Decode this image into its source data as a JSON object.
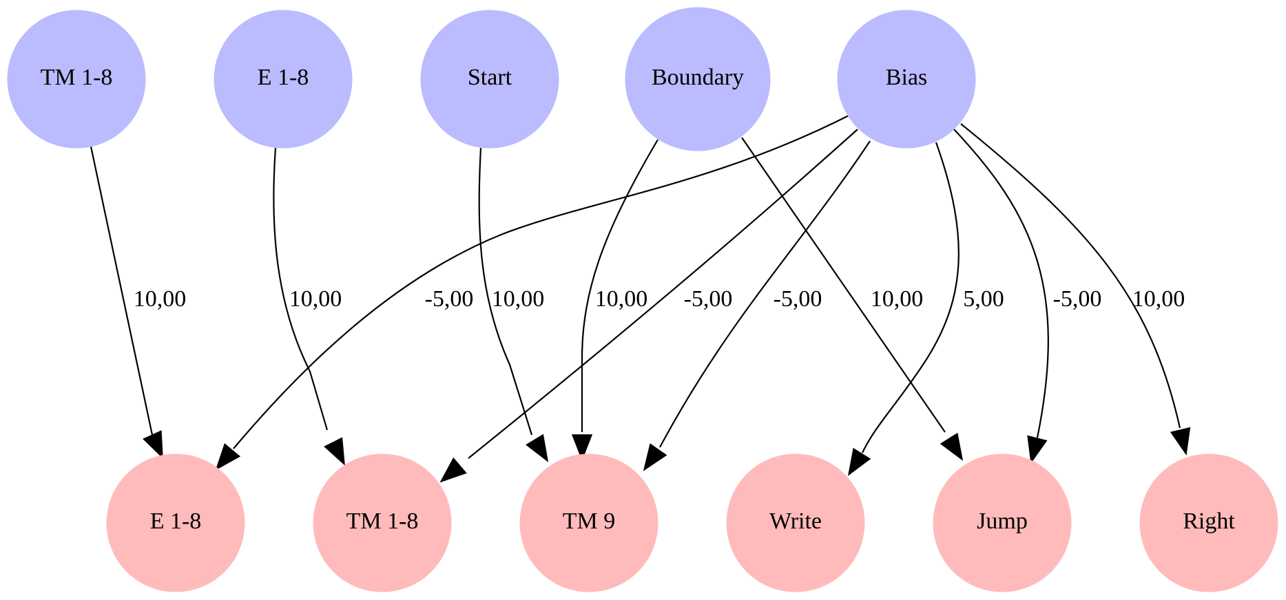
{
  "colors": {
    "input_node": "#bbbbff",
    "output_node": "#ffbbbb",
    "edge": "#000000",
    "background": "#ffffff"
  },
  "nodes": {
    "inputs": [
      {
        "id": "in-tm18",
        "label": "TM 1-8"
      },
      {
        "id": "in-e18",
        "label": "E 1-8"
      },
      {
        "id": "in-start",
        "label": "Start"
      },
      {
        "id": "in-boundary",
        "label": "Boundary"
      },
      {
        "id": "in-bias",
        "label": "Bias"
      }
    ],
    "outputs": [
      {
        "id": "out-e18",
        "label": "E 1-8"
      },
      {
        "id": "out-tm18",
        "label": "TM 1-8"
      },
      {
        "id": "out-tm9",
        "label": "TM 9"
      },
      {
        "id": "out-write",
        "label": "Write"
      },
      {
        "id": "out-jump",
        "label": "Jump"
      },
      {
        "id": "out-right",
        "label": "Right"
      }
    ]
  },
  "edges": [
    {
      "id": "tm18-e18",
      "from": "in-tm18",
      "to": "out-e18",
      "weight": "10,00"
    },
    {
      "id": "e18-tm18",
      "from": "in-e18",
      "to": "out-tm18",
      "weight": "10,00"
    },
    {
      "id": "start-tm9",
      "from": "in-start",
      "to": "out-tm9",
      "weight": "10,00"
    },
    {
      "id": "boundary-tm9",
      "from": "in-boundary",
      "to": "out-tm9",
      "weight": "10,00"
    },
    {
      "id": "boundary-jump",
      "from": "in-boundary",
      "to": "out-jump",
      "weight": "10,00"
    },
    {
      "id": "bias-e18",
      "from": "in-bias",
      "to": "out-e18",
      "weight": "-5,00"
    },
    {
      "id": "bias-tm18",
      "from": "in-bias",
      "to": "out-tm18",
      "weight": "-5,00"
    },
    {
      "id": "bias-tm9",
      "from": "in-bias",
      "to": "out-tm9",
      "weight": "-5,00"
    },
    {
      "id": "bias-write",
      "from": "in-bias",
      "to": "out-write",
      "weight": "5,00"
    },
    {
      "id": "bias-jump",
      "from": "in-bias",
      "to": "out-jump",
      "weight": "-5,00"
    },
    {
      "id": "bias-right",
      "from": "in-bias",
      "to": "out-right",
      "weight": "10,00"
    }
  ]
}
